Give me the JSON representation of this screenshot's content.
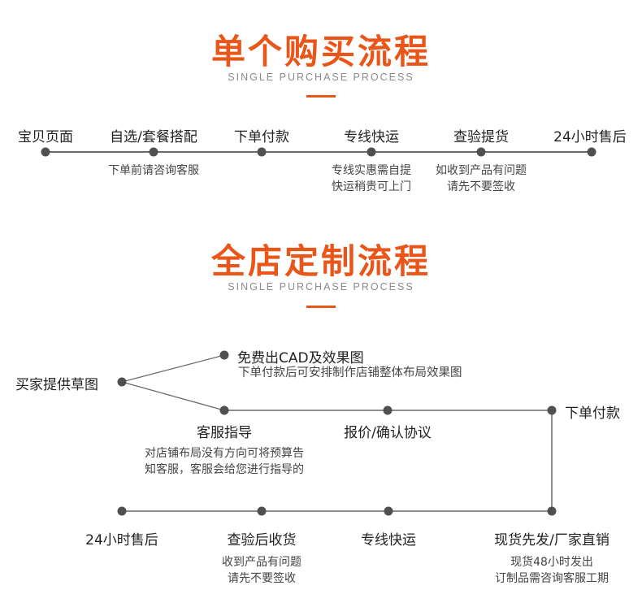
{
  "section1": {
    "title": "单个购买流程",
    "subtitle": "SINGLE PURCHASE PROCESS",
    "steps": [
      {
        "label": "宝贝页面",
        "note": []
      },
      {
        "label": "自选/套餐搭配",
        "note": [
          "下单前请咨询客服"
        ]
      },
      {
        "label": "下单付款",
        "note": []
      },
      {
        "label": "专线快运",
        "note": [
          "专线实惠需自提",
          "快运稍贵可上门"
        ]
      },
      {
        "label": "查验提货",
        "note": [
          "如收到产品有问题",
          "请先不要签收"
        ]
      },
      {
        "label": "24小时售后",
        "note": []
      }
    ]
  },
  "section2": {
    "title": "全店定制流程",
    "subtitle": "SINGLE PURCHASE PROCESS",
    "start": {
      "label": "买家提供草图"
    },
    "branch_cad": {
      "label": "免费出CAD及效果图",
      "note": "下单付款后可安排制作店铺整体布局效果图"
    },
    "guide": {
      "label": "客服指导",
      "note": [
        "对店铺布局没有方向可将预算告",
        "知客服，客服会给您进行指导的"
      ]
    },
    "quote": {
      "label": "报价/确认协议"
    },
    "pay": {
      "label": "下单付款"
    },
    "ship_direct": {
      "label": "现货先发/厂家直销",
      "note": [
        "现货48小时发出",
        "订制品需咨询客服工期"
      ]
    },
    "express": {
      "label": "专线快运"
    },
    "inspect": {
      "label": "查验后收货",
      "note": [
        "收到产品有问题",
        "请先不要签收"
      ]
    },
    "after_sale": {
      "label": "24小时售后"
    }
  },
  "colors": {
    "accent": "#e8561a",
    "line": "#6a6a6a",
    "dot": "#505050"
  }
}
